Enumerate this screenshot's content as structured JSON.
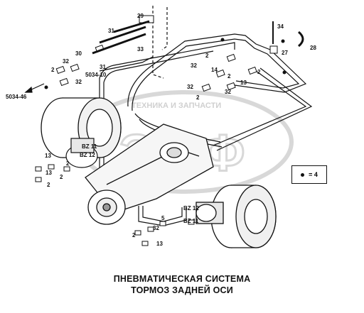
{
  "watermark": {
    "text": "ТЕХНИКА И ЗАПЧАСТИ",
    "logo": "ЭЛФ"
  },
  "title": {
    "line1": "ПНЕВМАТИЧЕСКАЯ СИСТЕМА",
    "line2": "ТОРМОЗ ЗАДНЕЙ ОСИ"
  },
  "legend": {
    "symbol": "dot-icon",
    "text": "= 4"
  },
  "refs": {
    "r29": "29",
    "r31a": "31",
    "r33": "33",
    "r30": "30",
    "r31b": "31",
    "r5034_10": "5034-10",
    "r32a": "32",
    "r2a": "2",
    "r32b": "32",
    "r5034_46": "5034-46",
    "r34": "34",
    "r27": "27",
    "r28": "28",
    "r2b": "2",
    "r32c": "32",
    "r14": "14",
    "r2c": "2",
    "r2d": "2",
    "r32d": "32",
    "r13a": "13",
    "r2e": "2",
    "r32e": "32",
    "rBZ11a": "BZ 11",
    "rBZ12a": "BZ 12",
    "r13b": "13",
    "r2f": "2",
    "r13c": "13",
    "r2g": "2",
    "r2h": "2",
    "rBZ12b": "BZ 12",
    "rBZ11b": "BZ 11",
    "r5": "5",
    "r32f": "32",
    "r2i": "2",
    "r13d": "13"
  }
}
